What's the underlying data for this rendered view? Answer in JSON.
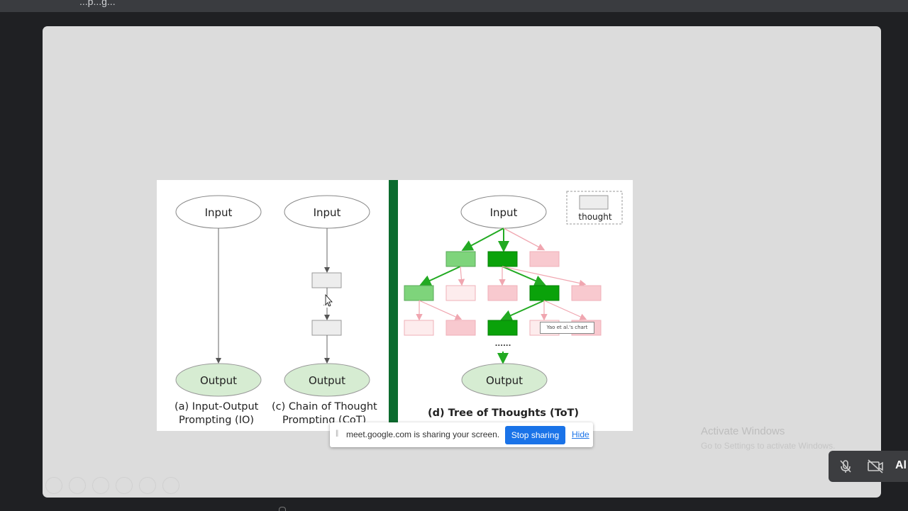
{
  "window": {
    "title": "...p...g..."
  },
  "figure": {
    "io": {
      "input_label": "Input",
      "output_label": "Output",
      "caption_line1": "(a) Input-Output",
      "caption_line2": "Prompting (IO)"
    },
    "cot": {
      "input_label": "Input",
      "output_label": "Output",
      "caption_line1": "(c) Chain of Thought",
      "caption_line2": "Prompting (CoT)",
      "dots": "...."
    },
    "tot": {
      "input_label": "Input",
      "output_label": "Output",
      "caption": "(d) Tree of Thoughts (ToT)",
      "dots": "......"
    },
    "legend": {
      "label": "thought"
    },
    "tooltip": "Yao et al.'s chart"
  },
  "colors": {
    "divider": "#0b6b2e",
    "output_fill": "#d6ecd2",
    "thought_green_dark": "#0aa20a",
    "thought_green_light": "#7ed47b",
    "thought_pink": "#f8c9cf",
    "thought_pink_faint": "#fdeced"
  },
  "share_bar": {
    "grip": "||",
    "message": "meet.google.com is sharing your screen.",
    "stop_label": "Stop sharing",
    "hide_label": "Hide"
  },
  "watermark": {
    "line1": "Activate Windows",
    "line2": "Go to Settings to activate Windows."
  },
  "meet_controls": {
    "mic_icon": "mic-off-icon",
    "camera_icon": "camera-off-icon",
    "partial_label": "Al"
  },
  "slide_nav_icons": [
    "prev-icon",
    "next-icon",
    "pen-icon",
    "copy-icon",
    "zoom-icon",
    "more-icon"
  ]
}
